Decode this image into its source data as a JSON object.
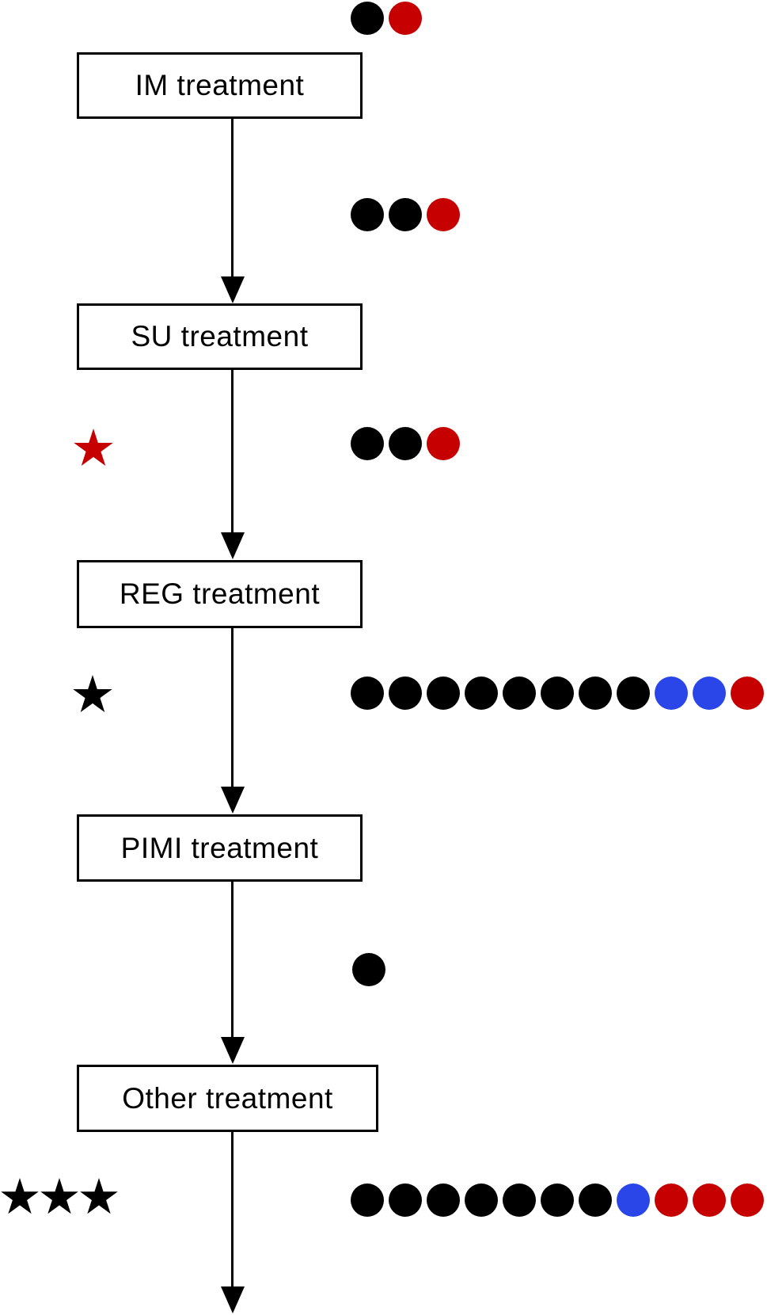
{
  "diagram": {
    "colors": {
      "black": "#000000",
      "red": "#c60000",
      "blue": "#2b46e8"
    },
    "boxes": {
      "im": {
        "label": "IM treatment"
      },
      "su": {
        "label": "SU treatment"
      },
      "reg": {
        "label": "REG treatment"
      },
      "pimi": {
        "label": "PIMI treatment"
      },
      "other": {
        "label": "Other treatment"
      }
    },
    "dot_rows": {
      "above_im": {
        "dots": [
          "black",
          "red"
        ]
      },
      "above_su": {
        "dots": [
          "black",
          "black",
          "red"
        ]
      },
      "above_reg": {
        "dots": [
          "black",
          "black",
          "red"
        ]
      },
      "above_pimi": {
        "dots": [
          "black",
          "black",
          "black",
          "black",
          "black",
          "black",
          "black",
          "black",
          "blue",
          "blue",
          "red"
        ]
      },
      "above_other": {
        "dots": [
          "black"
        ]
      },
      "below_other": {
        "dots": [
          "black",
          "black",
          "black",
          "black",
          "black",
          "black",
          "black",
          "blue",
          "red",
          "red",
          "red"
        ]
      }
    },
    "star_markers": {
      "beside_su_reg": {
        "count": 1,
        "color": "red",
        "size": 52
      },
      "beside_reg_pimi": {
        "count": 1,
        "color": "black",
        "size": 52
      },
      "below_other": {
        "count": 3,
        "color": "black",
        "size": 50
      }
    }
  }
}
